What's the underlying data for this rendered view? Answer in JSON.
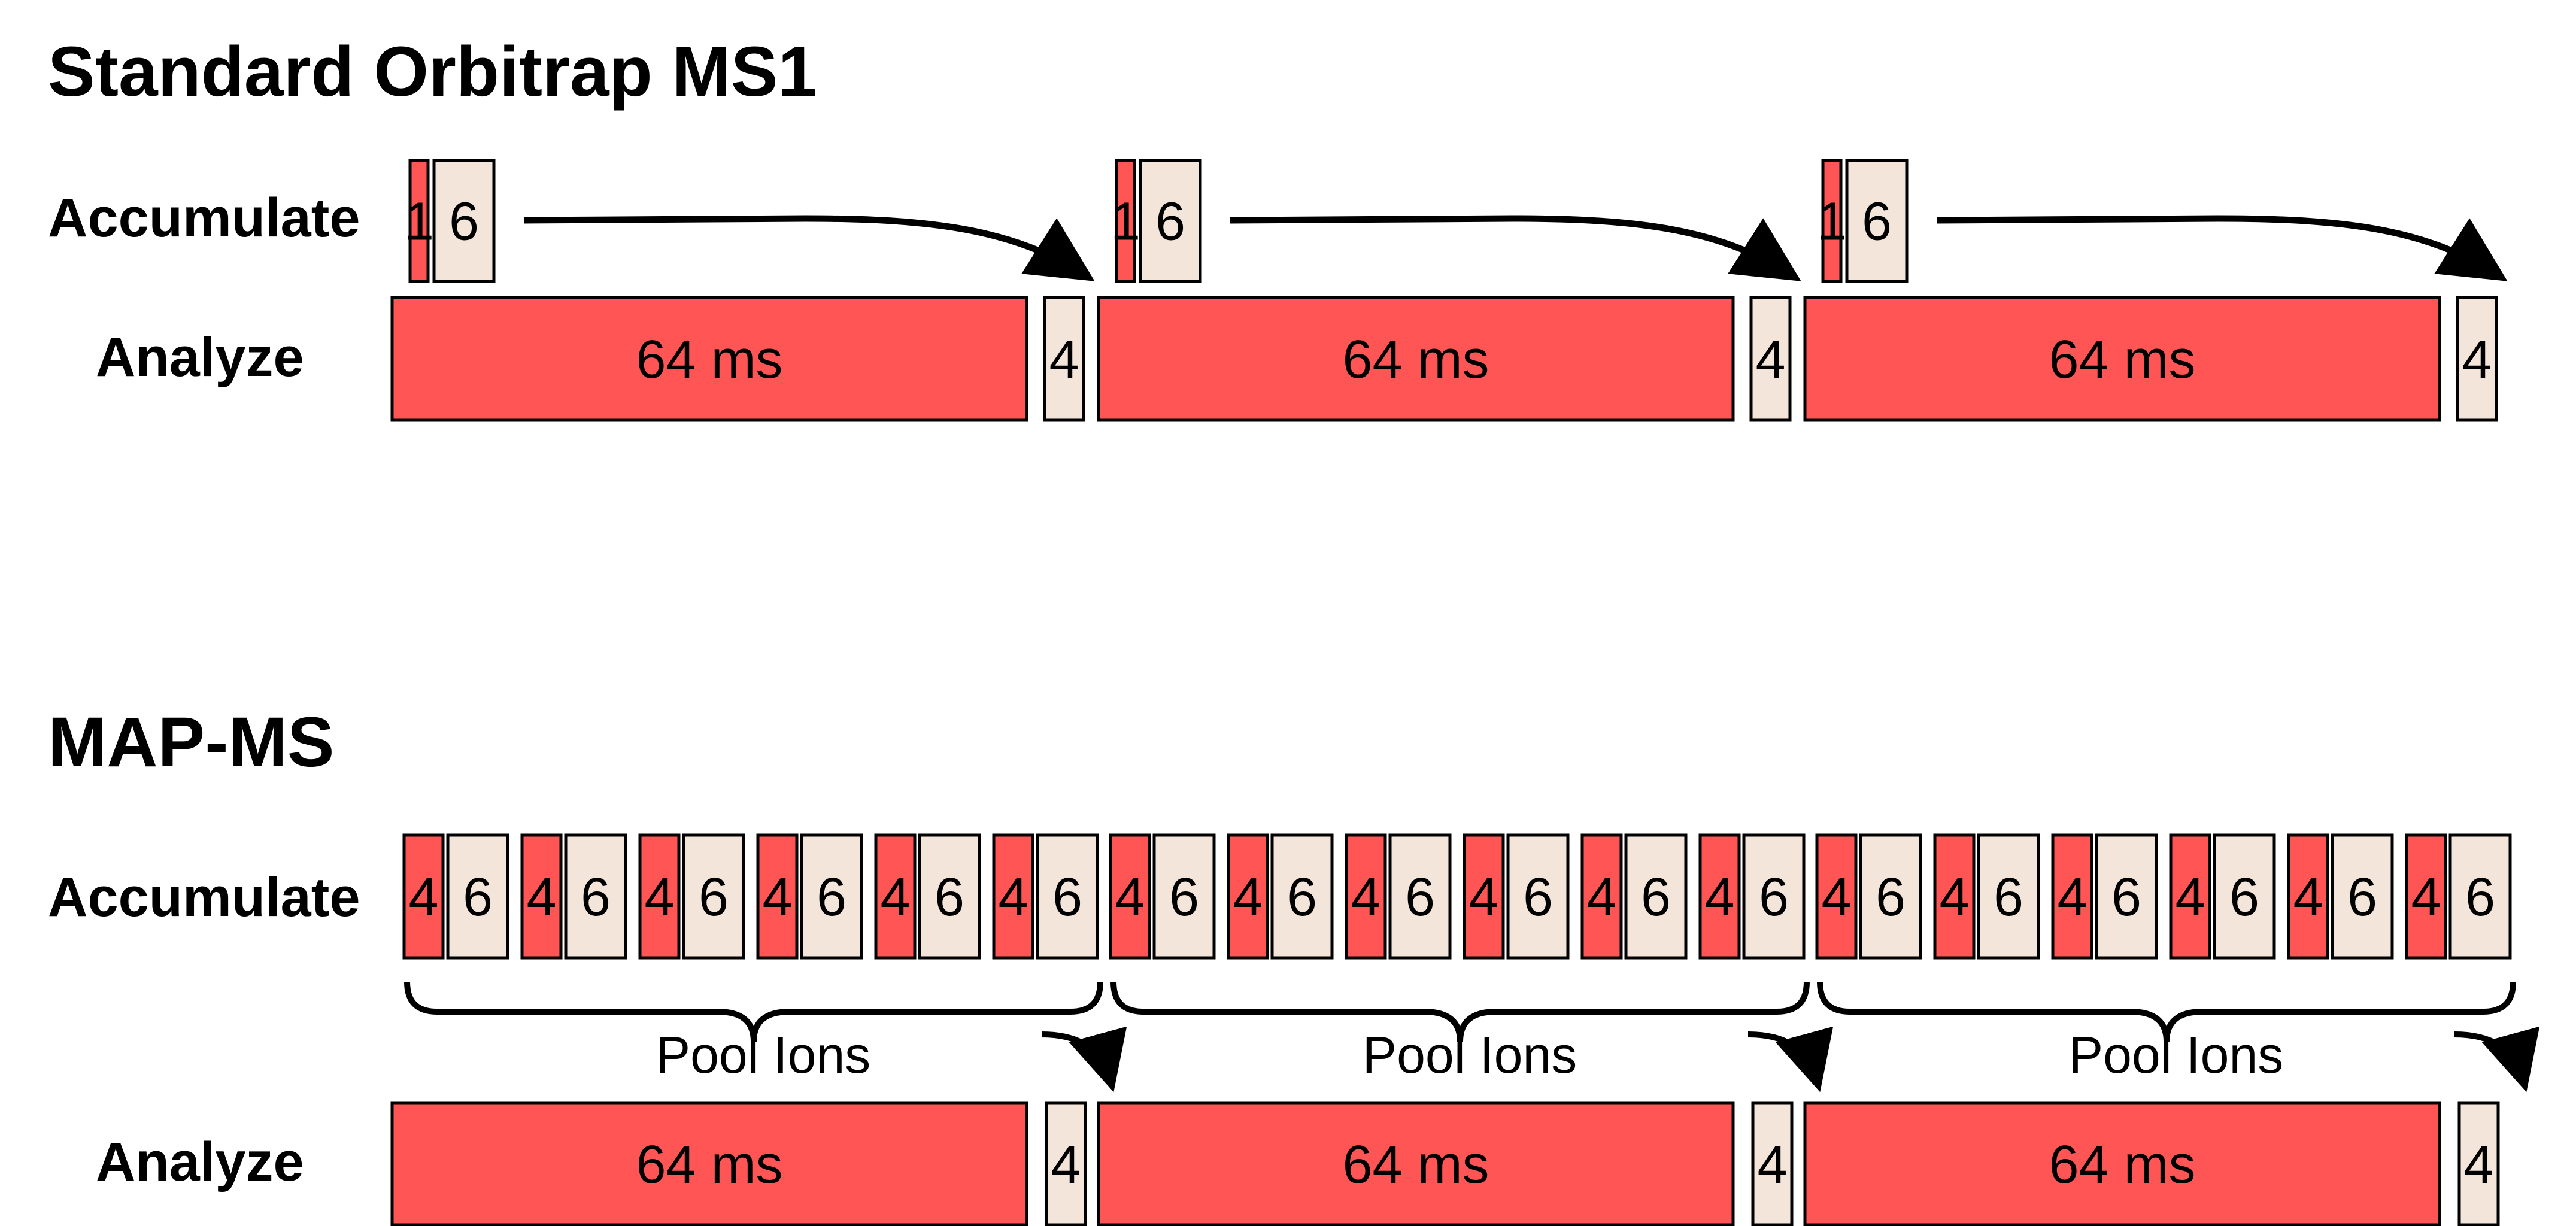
{
  "colors": {
    "red": "#FF5555",
    "beige": "#F4E5DA",
    "stroke": "#000000",
    "text": "#000000",
    "background": "#FFFFFF"
  },
  "standard": {
    "title": "Standard Orbitrap MS1",
    "accumulate_label": "Accumulate",
    "analyze_label": "Analyze",
    "cycles": [
      {
        "acc_red": "1",
        "acc_beige": "6",
        "analyze": "64 ms",
        "gap": "4"
      },
      {
        "acc_red": "1",
        "acc_beige": "6",
        "analyze": "64 ms",
        "gap": "4"
      },
      {
        "acc_red": "1",
        "acc_beige": "6",
        "analyze": "64 ms",
        "gap": "4"
      }
    ]
  },
  "mapms": {
    "title": "MAP-MS",
    "accumulate_label": "Accumulate",
    "analyze_label": "Analyze",
    "pool_label": "Pool Ions",
    "acc_pair": {
      "red": "4",
      "beige": "6"
    },
    "pairs_per_cycle": 6,
    "cycles": [
      {
        "analyze": "64 ms",
        "gap": "4",
        "pool": "Pool Ions"
      },
      {
        "analyze": "64 ms",
        "gap": "4",
        "pool": "Pool Ions"
      },
      {
        "analyze": "64 ms",
        "gap": "4",
        "pool": "Pool Ions"
      }
    ]
  }
}
